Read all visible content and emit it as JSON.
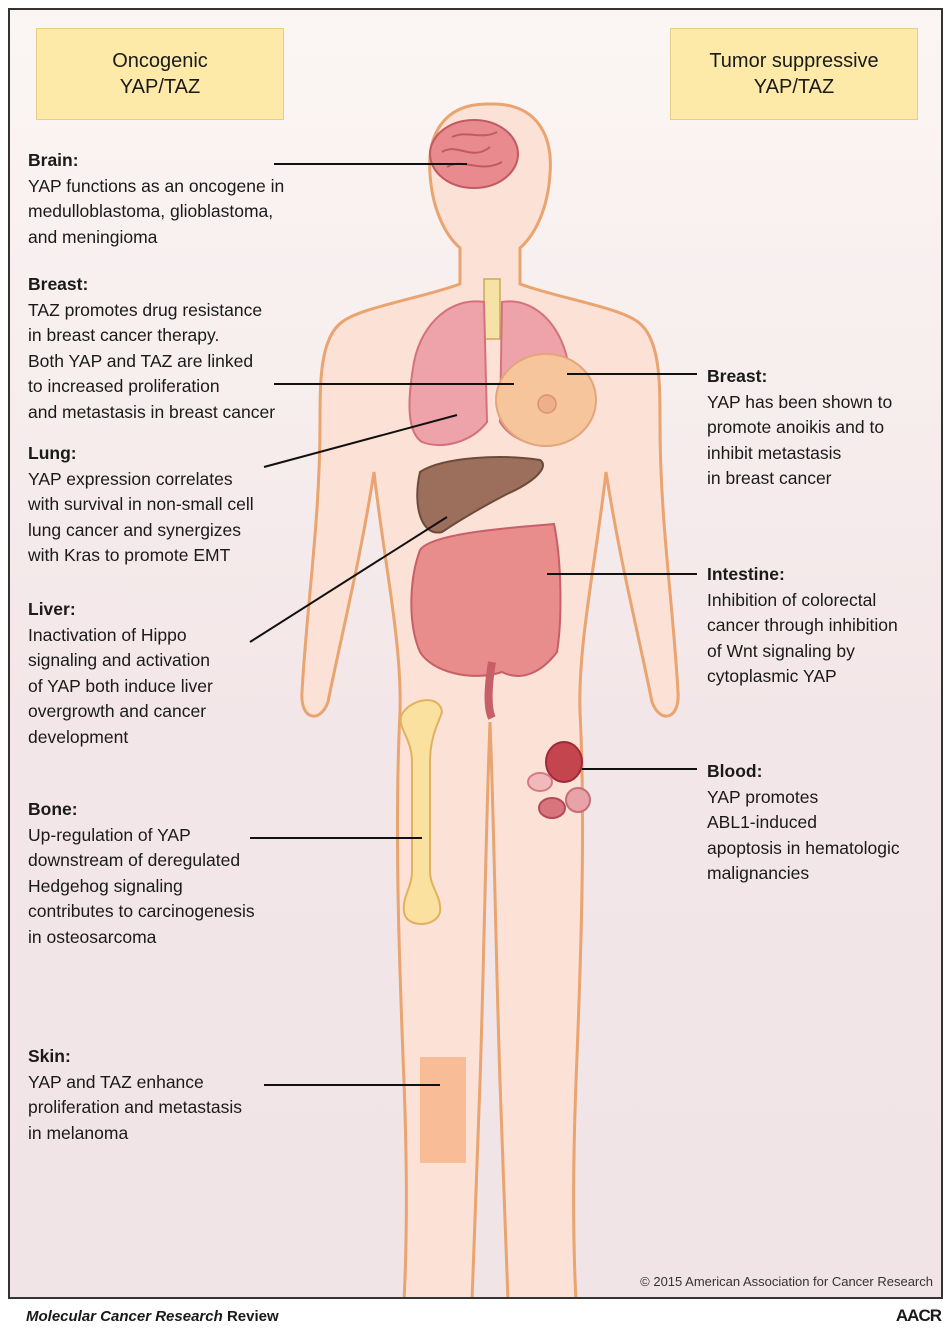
{
  "headers": {
    "left": {
      "line1": "Oncogenic",
      "line2": "YAP/TAZ"
    },
    "right": {
      "line1": "Tumor suppressive",
      "line2": "YAP/TAZ"
    }
  },
  "left_labels": [
    {
      "title": "Brain:",
      "text": "YAP functions as an oncogene in\nmedulloblastoma, glioblastoma,\nand meningioma"
    },
    {
      "title": "Breast:",
      "text": "TAZ promotes drug resistance\nin breast cancer therapy.\nBoth YAP and TAZ are linked\nto increased proliferation\nand metastasis in breast cancer"
    },
    {
      "title": "Lung:",
      "text": "YAP expression correlates\nwith survival in non-small cell\nlung cancer and synergizes\nwith Kras to promote EMT"
    },
    {
      "title": "Liver:",
      "text": "Inactivation of Hippo\nsignaling and activation\nof YAP both induce liver\novergrowth and cancer\ndevelopment"
    },
    {
      "title": "Bone:",
      "text": "Up-regulation of YAP\ndownstream of deregulated\nHedgehog signaling\ncontributes to carcinogenesis\nin osteosarcoma"
    },
    {
      "title": "Skin:",
      "text": "YAP and TAZ enhance\nproliferation and metastasis\nin melanoma"
    }
  ],
  "right_labels": [
    {
      "title": "Breast:",
      "text": "YAP has been shown to\npromote anoikis and to\ninhibit metastasis\nin breast cancer"
    },
    {
      "title": "Intestine:",
      "text": "Inhibition of colorectal\ncancer through inhibition\nof Wnt signaling by\ncytoplasmic YAP"
    },
    {
      "title": "Blood:",
      "text": "YAP promotes\nABL1-induced\napoptosis in hematologic\nmalignancies"
    }
  ],
  "copyright": "© 2015 American Association for Cancer Research",
  "footer": {
    "journal": "Molecular Cancer Research",
    "suffix": "Review",
    "logo": "AACR"
  },
  "colors": {
    "header_fill": "#fdeaa9",
    "body_fill": "#fbe1d6",
    "body_outline": "#e9a46f"
  }
}
